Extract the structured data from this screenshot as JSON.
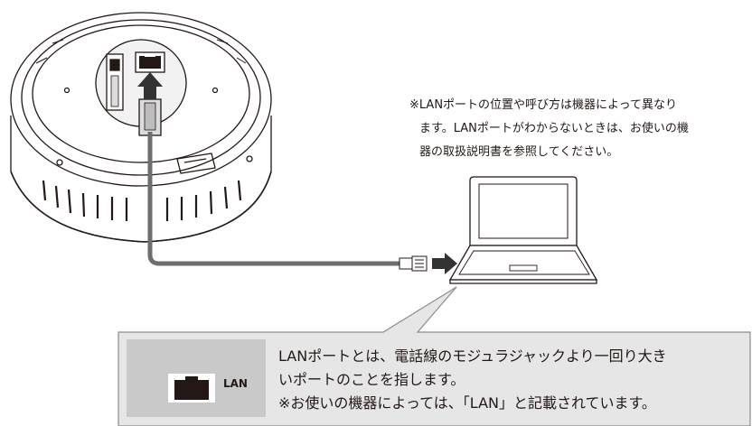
{
  "note": {
    "line1": "※LANポートの位置や呼び方は機器によって異なり",
    "line2": "ます。LANポートがわからないときは、お使いの機",
    "line3": "器の取扱説明書を参照してください。"
  },
  "callout": {
    "port_label": "LAN",
    "line1": "LANポートとは、電話線のモジュラジャックより一回り大き",
    "line2": "いポートのことを指します。",
    "line3": "※お使いの機器によっては、「LAN」と記載されています。",
    "colors": {
      "box_fill": "#e6e6e6",
      "box_stroke": "#8c8c8c",
      "port_panel": "#c9c9c9",
      "port_icon": "#231815"
    }
  },
  "colors": {
    "line_art": "#231815",
    "cable": "#6e6e6e",
    "arrow": "#333333"
  },
  "icons": [
    "router-device-icon",
    "lan-port-icon",
    "laptop-icon",
    "ethernet-plug-icon",
    "arrow-right-icon",
    "arrow-up-icon"
  ]
}
